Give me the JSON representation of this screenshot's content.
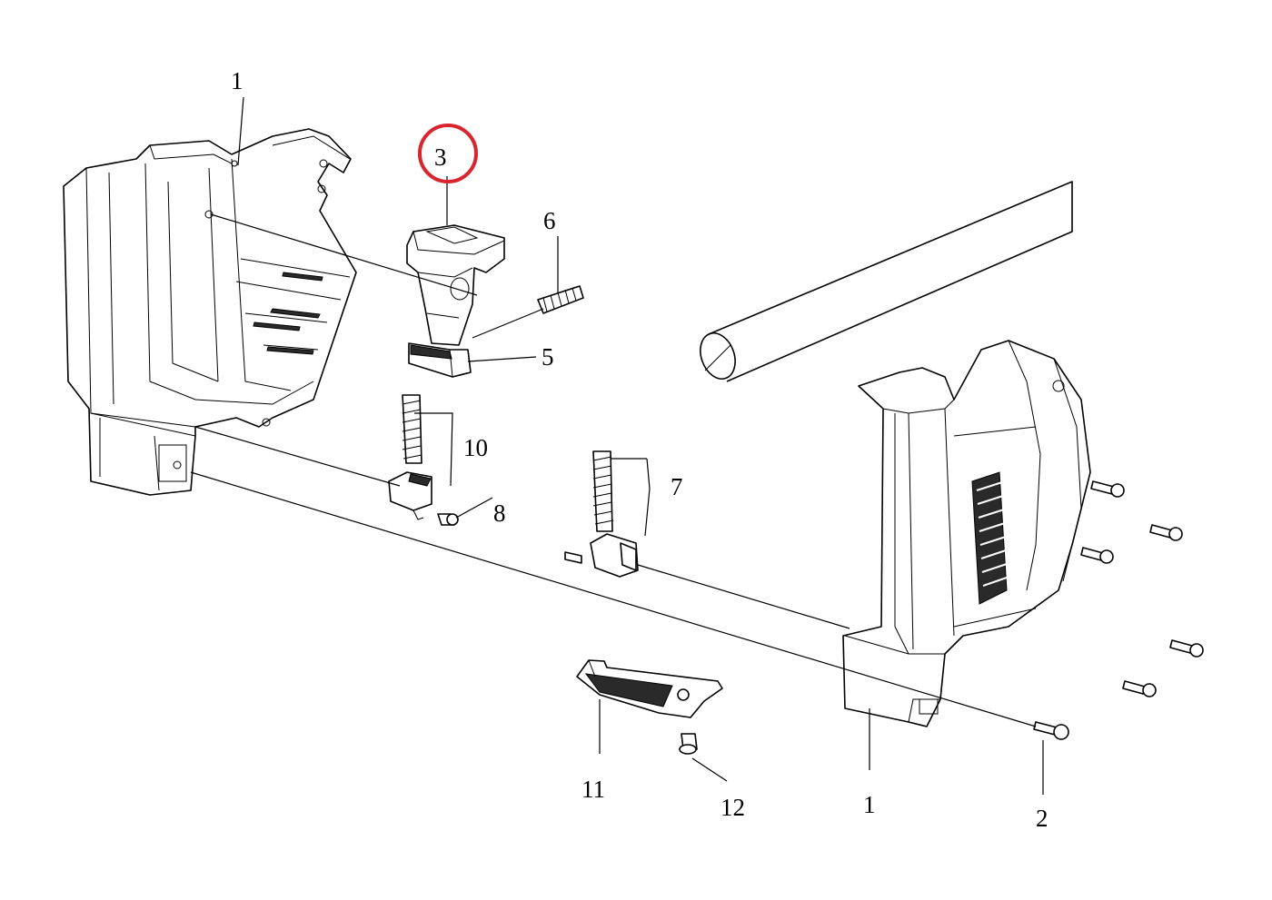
{
  "labels": {
    "housing_left": "1",
    "housing_right": "1",
    "screw": "2",
    "trigger": "3",
    "lock_button": "5",
    "trigger_spring": "6",
    "contact_right": "7",
    "screw_small": "8",
    "contact_left": "10",
    "cover_plate": "11",
    "cover_screw": "12"
  },
  "colors": {
    "highlight": "#d9262e",
    "line": "#000000",
    "background": "#ffffff"
  },
  "highlighted_label": "3"
}
